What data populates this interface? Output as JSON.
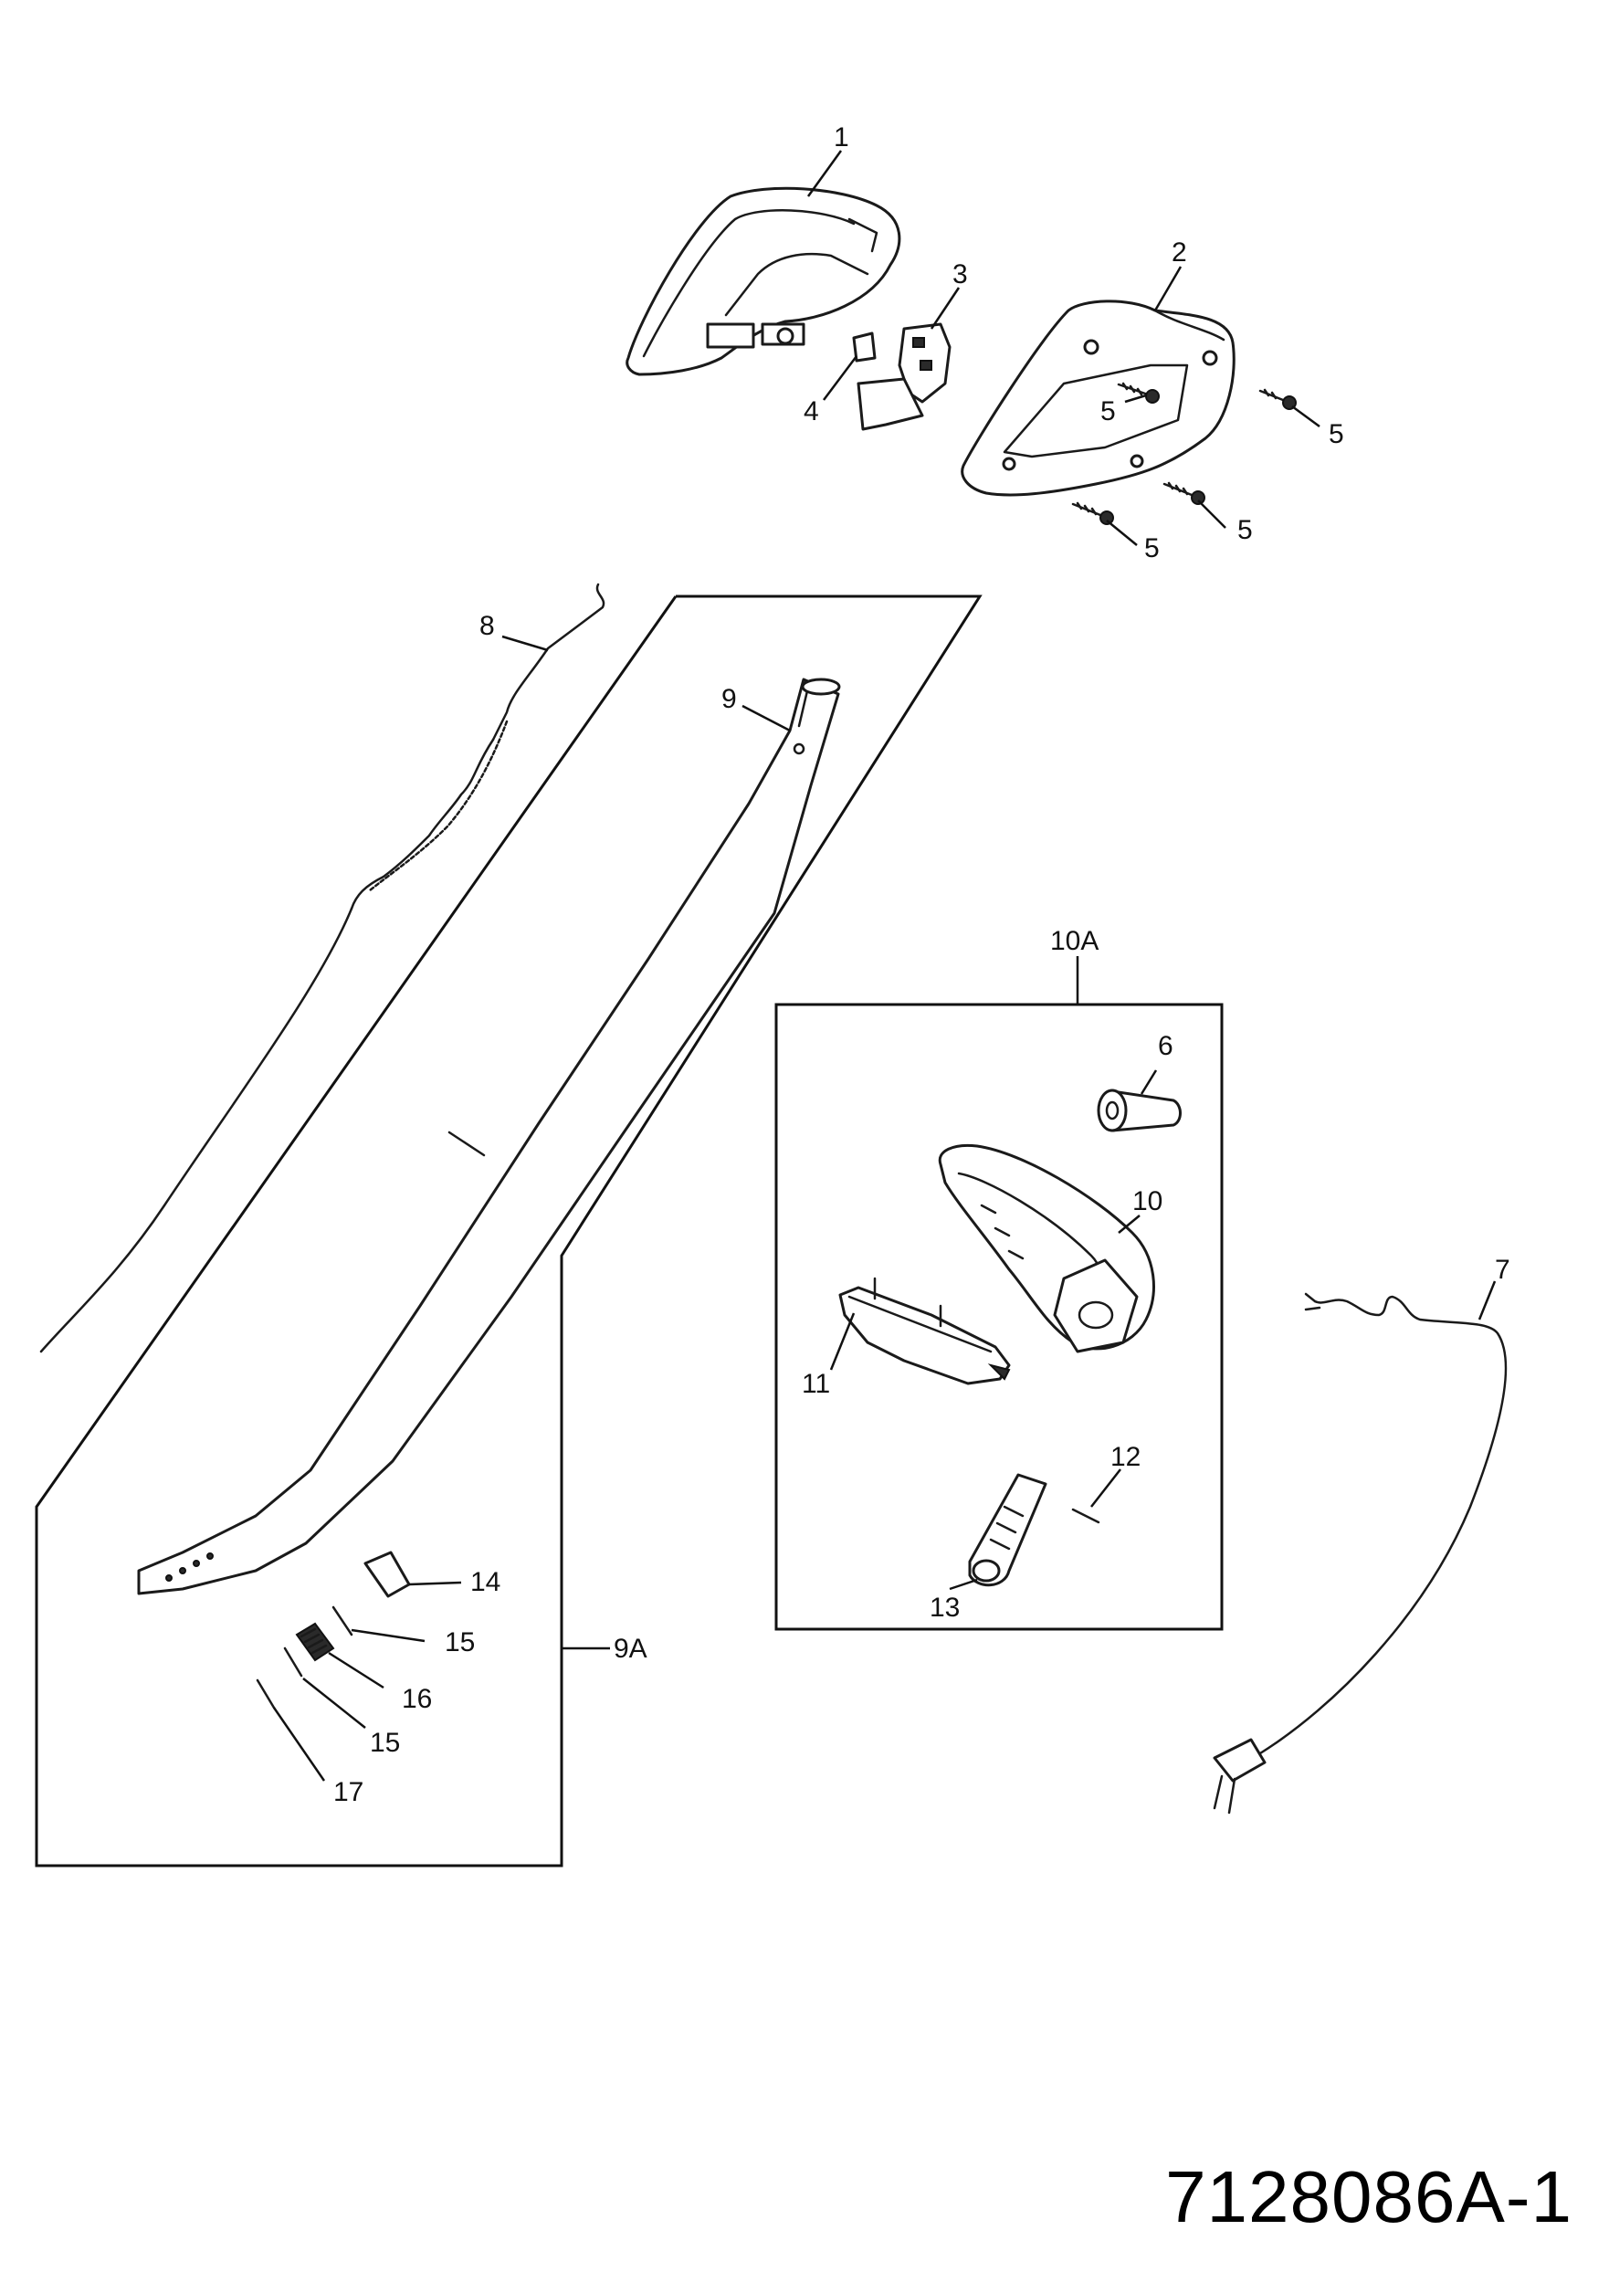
{
  "document_number": "7128086A-1",
  "callouts": {
    "c1": "1",
    "c2": "2",
    "c3": "3",
    "c4": "4",
    "c5": "5",
    "c6": "6",
    "c7": "7",
    "c8": "8",
    "c9": "9",
    "c9A": "9A",
    "c10": "10",
    "c10A": "10A",
    "c11": "11",
    "c12": "12",
    "c13": "13",
    "c14": "14",
    "c15": "15",
    "c16": "16",
    "c17": "17"
  }
}
